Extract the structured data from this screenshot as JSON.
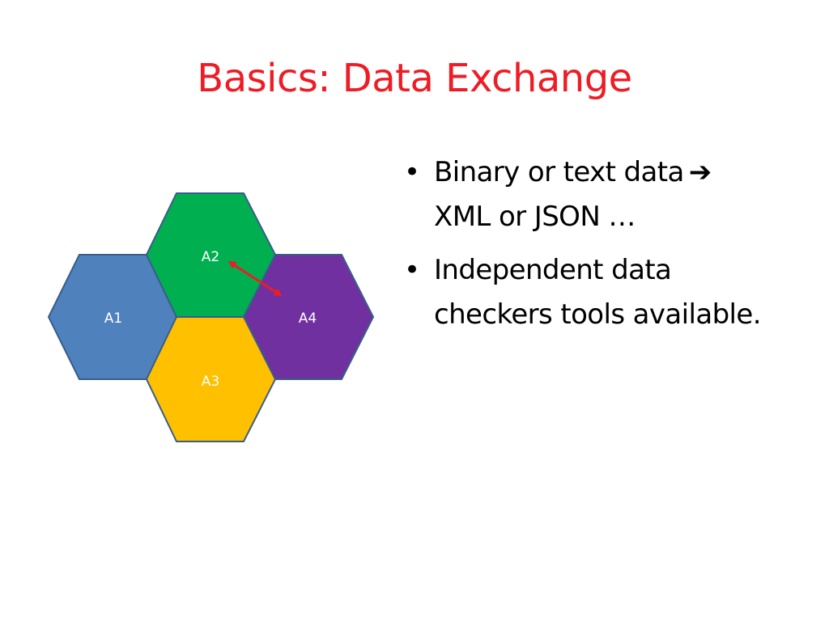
{
  "slide": {
    "title": "Basics: Data Exchange"
  },
  "diagram": {
    "hexagons": [
      {
        "label": "A1",
        "color": "#4f81bd"
      },
      {
        "label": "A2",
        "color": "#00b050"
      },
      {
        "label": "A3",
        "color": "#ffc000"
      },
      {
        "label": "A4",
        "color": "#7030a0"
      }
    ],
    "outline_color": "#385d8a",
    "connector": {
      "from": "A2",
      "to": "A4",
      "color": "#ee1c25",
      "icon": "double-arrow-icon"
    }
  },
  "bullets": [
    {
      "text": "Binary or text data",
      "arrow": "➔",
      "line2": "XML or JSON …"
    },
    {
      "text": "Independent data",
      "line2": "checkers tools available."
    }
  ]
}
